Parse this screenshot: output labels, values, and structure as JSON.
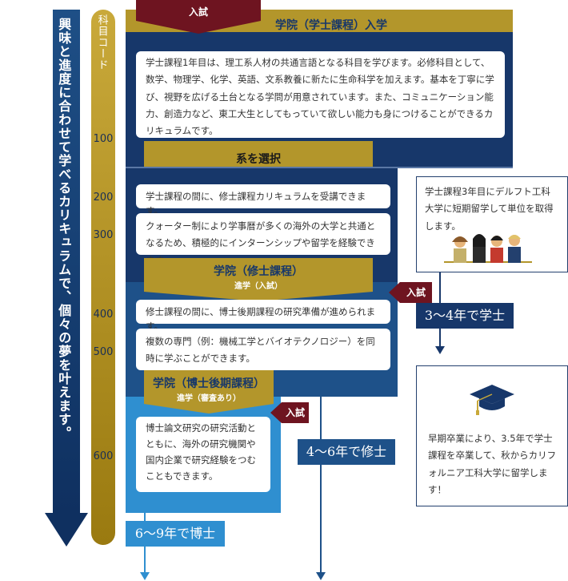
{
  "left_banner": {
    "text": "興味と進度に合わせて学べるカリキュラムで、個々の夢を叶えます。"
  },
  "code_bar": {
    "title": "科目コード",
    "ticks": [
      "100",
      "200",
      "300",
      "400",
      "500",
      "600"
    ]
  },
  "bachelor": {
    "entrance_tag": "入試",
    "title": "学院（学士課程）入学",
    "description": "学士課程1年目は、理工系人材の共通言語となる科目を学びます。必修科目として、数学、物理学、化学、英語、文系教養に新たに生命科学を加えます。基本を丁寧に学び、視野を広げる土台となる学問が用意されています。また、コミュニケーション能力、創造力など、東工大生としてもっていて欲しい能力も身につけることができるカリキュラムです。",
    "select_label": "系を選択",
    "notes": [
      "学士課程の間に、修士課程カリキュラムを受講できます。",
      "クォーター制により学事暦が多くの海外の大学と共通となるため、積極的にインターンシップや留学を経験できます。"
    ]
  },
  "master": {
    "title": "学院（修士課程）",
    "subtitle": "進学（入試）",
    "notes": [
      "修士課程の間に、博士後期課程の研究準備が進められます。",
      "複数の専門（例：機械工学とバイオテクノロジー）を同時に学ぶことができます。"
    ]
  },
  "doctor": {
    "title": "学院（博士後期課程）",
    "subtitle": "進学（審査あり）",
    "entrance_tag": "入試",
    "note": "博士論文研究の研究活動とともに、海外の研究機関や国内企業で研究経験をつむこともできます。"
  },
  "side_exchange": {
    "text": "学士課程3年目にデルフト工科大学に短期留学して単位を取得します。"
  },
  "side_early": {
    "text": "早期卒業により、3.5年で学士課程を卒業して、秋からカリフォルニア工科大学に留学します！"
  },
  "master_entrance_tag": "入試",
  "years": {
    "bachelor": "3～4年で学士",
    "master": "4～6年で修士",
    "doctor": "6～9年で博士"
  },
  "colors": {
    "navy": "#17376a",
    "gold": "#b3962b",
    "red": "#6e1420",
    "light_blue": "#2f8fd0"
  }
}
